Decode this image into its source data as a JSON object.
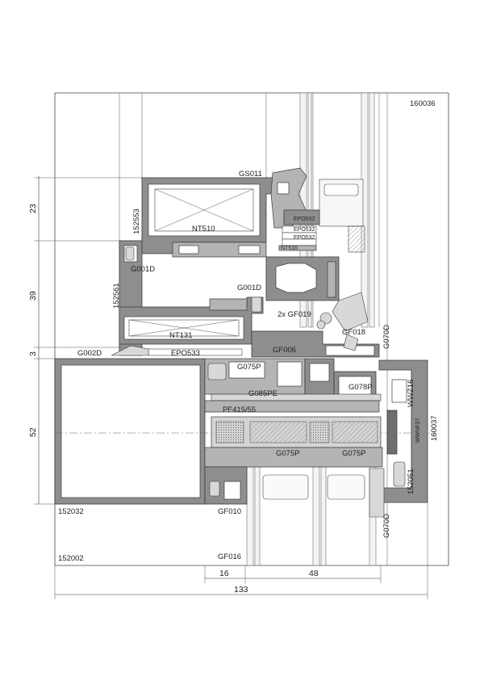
{
  "drawing": {
    "parts": {
      "p160036": "160036",
      "p160037": "160037",
      "p152553": "152553",
      "p152561": "152561",
      "p152032": "152032",
      "p152002": "152002",
      "p152051": "152051",
      "gs011": "GS011",
      "nt510": "NT510",
      "nt131": "NT131",
      "nt516": "NT516",
      "epo532a": "EPO532",
      "epo532b": "EPO532",
      "epo532c": "EPO532",
      "epo533": "EPO533",
      "g001d_a": "G001D",
      "g001d_b": "G001D",
      "g002d": "G002D",
      "gf019": "2x GF019",
      "gf018": "GF018",
      "gf006": "GF006",
      "g070d_a": "G070D",
      "g070d_b": "G070D",
      "g075p_a": "G075P",
      "g075p_b": "G075P",
      "g075p_c": "G075P",
      "g078p": "G078P",
      "g085pe": "G085PE",
      "pf415": "PF415/55",
      "wwz16": "WWZ16",
      "wwnf37": "WWNF37",
      "gf010": "GF010",
      "gf016": "GF016"
    },
    "dimensions": {
      "d23": "23",
      "d39": "39",
      "d3": "3",
      "d52": "52",
      "d16": "16",
      "d48": "48",
      "d133": "133"
    }
  }
}
